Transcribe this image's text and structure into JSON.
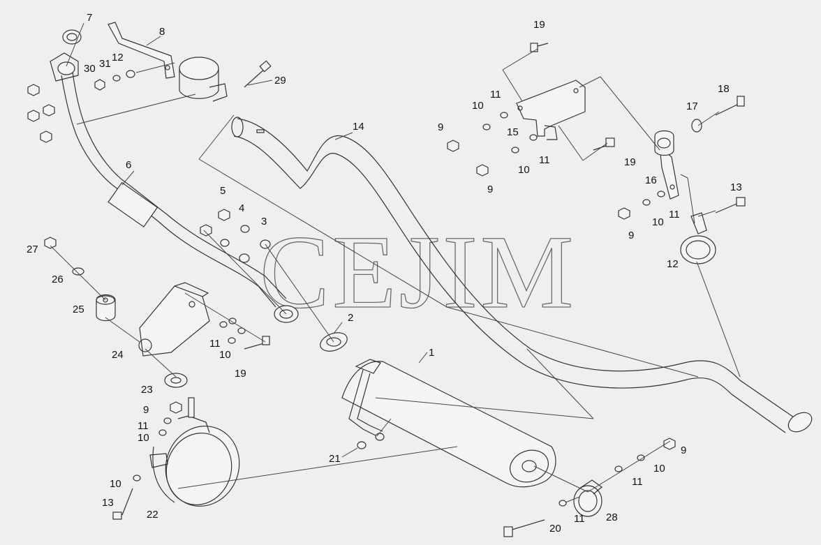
{
  "watermark": "CEJIM",
  "callouts": [
    {
      "id": "c7",
      "label": "7"
    },
    {
      "id": "c8",
      "label": "8"
    },
    {
      "id": "c30",
      "label": "30"
    },
    {
      "id": "c31",
      "label": "31"
    },
    {
      "id": "c12a",
      "label": "12"
    },
    {
      "id": "c29",
      "label": "29"
    },
    {
      "id": "c6",
      "label": "6"
    },
    {
      "id": "c14",
      "label": "14"
    },
    {
      "id": "c5",
      "label": "5"
    },
    {
      "id": "c4",
      "label": "4"
    },
    {
      "id": "c3",
      "label": "3"
    },
    {
      "id": "c27",
      "label": "27"
    },
    {
      "id": "c26",
      "label": "26"
    },
    {
      "id": "c25",
      "label": "25"
    },
    {
      "id": "c24",
      "label": "24"
    },
    {
      "id": "c23",
      "label": "23"
    },
    {
      "id": "c11a",
      "label": "11"
    },
    {
      "id": "c10a",
      "label": "10"
    },
    {
      "id": "c19a",
      "label": "19"
    },
    {
      "id": "c2",
      "label": "2"
    },
    {
      "id": "c1",
      "label": "1"
    },
    {
      "id": "c9a",
      "label": "9"
    },
    {
      "id": "c11b",
      "label": "11"
    },
    {
      "id": "c10b",
      "label": "10"
    },
    {
      "id": "c10c",
      "label": "10"
    },
    {
      "id": "c13a",
      "label": "13"
    },
    {
      "id": "c22",
      "label": "22"
    },
    {
      "id": "c21",
      "label": "21"
    },
    {
      "id": "c19b",
      "label": "19"
    },
    {
      "id": "c11c",
      "label": "11"
    },
    {
      "id": "c10d",
      "label": "10"
    },
    {
      "id": "c9b",
      "label": "9"
    },
    {
      "id": "c15",
      "label": "15"
    },
    {
      "id": "c10e",
      "label": "10"
    },
    {
      "id": "c11d",
      "label": "11"
    },
    {
      "id": "c9c",
      "label": "9"
    },
    {
      "id": "c19c",
      "label": "19"
    },
    {
      "id": "c18",
      "label": "18"
    },
    {
      "id": "c17",
      "label": "17"
    },
    {
      "id": "c16",
      "label": "16"
    },
    {
      "id": "c13b",
      "label": "13"
    },
    {
      "id": "c9d",
      "label": "9"
    },
    {
      "id": "c10f",
      "label": "10"
    },
    {
      "id": "c11e",
      "label": "11"
    },
    {
      "id": "c12b",
      "label": "12"
    },
    {
      "id": "c9e",
      "label": "9"
    },
    {
      "id": "c10g",
      "label": "10"
    },
    {
      "id": "c11f",
      "label": "11"
    },
    {
      "id": "c11g",
      "label": "11"
    },
    {
      "id": "c20",
      "label": "20"
    },
    {
      "id": "c28",
      "label": "28"
    }
  ]
}
